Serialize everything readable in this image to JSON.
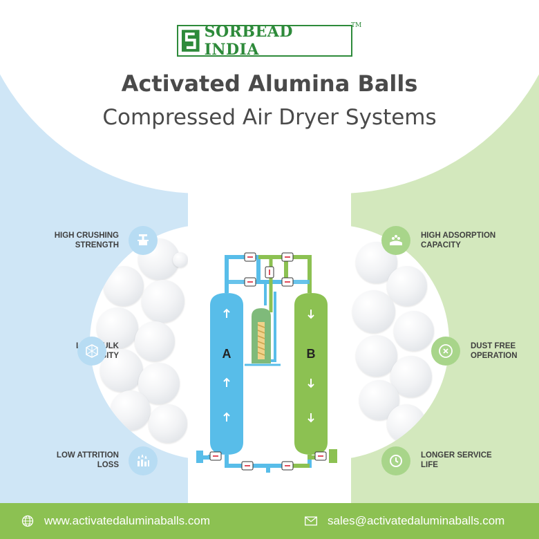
{
  "brand": {
    "name": "SORBEAD INDIA",
    "trademark": "TM"
  },
  "title": {
    "line1": "Activated Alumina Balls",
    "line2": "Compressed Air Dryer Systems"
  },
  "features_left": [
    {
      "line1": "HIGH CRUSHING",
      "line2": "STRENGTH",
      "icon": "crush-icon"
    },
    {
      "line1": "LOW BULK",
      "line2": "DENSITY",
      "icon": "cube-grid-icon"
    },
    {
      "line1": "LOW ATTRITION",
      "line2": "LOSS",
      "icon": "bar-arrows-icon"
    }
  ],
  "features_right": [
    {
      "line1": "HIGH ADSORPTION",
      "line2": "CAPACITY",
      "icon": "absorb-icon"
    },
    {
      "line1": "DUST FREE",
      "line2": "OPERATION",
      "icon": "dust-free-icon"
    },
    {
      "line1": "LONGER SERVICE",
      "line2": "LIFE",
      "icon": "clock-icon"
    }
  ],
  "diagram": {
    "tower_a": "A",
    "tower_b": "B",
    "colors": {
      "blue": "#58bde9",
      "green": "#8cc152",
      "filter": "#7fba7a"
    }
  },
  "footer": {
    "website": "www.activatedaluminaballs.com",
    "email": "sales@activatedaluminaballs.com"
  },
  "colors": {
    "left_panel": "#cfe6f6",
    "right_panel": "#d3e8bd",
    "brand_green": "#2d8a3a",
    "footer": "#8cc152"
  }
}
